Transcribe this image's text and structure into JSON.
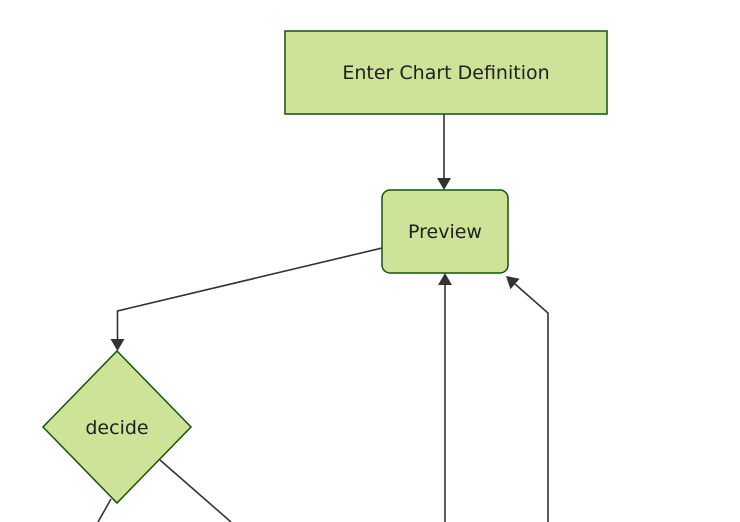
{
  "diagram": {
    "type": "flowchart",
    "direction": "top-down",
    "background": "#ffffff",
    "colors": {
      "node_fill": "#cde498",
      "node_border": "#13540c",
      "edge": "#333333",
      "text": "#1f1f1f"
    },
    "nodes": [
      {
        "id": "enter-chart-definition",
        "label": "Enter Chart Definition",
        "shape": "rectangle"
      },
      {
        "id": "preview",
        "label": "Preview",
        "shape": "rounded-rectangle"
      },
      {
        "id": "decide",
        "label": "decide",
        "shape": "diamond"
      }
    ],
    "edges": [
      {
        "from": "enter-chart-definition",
        "to": "preview",
        "arrow": "yes"
      },
      {
        "from": "preview",
        "to": "decide",
        "arrow": "yes"
      },
      {
        "from": "offscreen-bottom",
        "to": "preview",
        "arrow": "yes"
      },
      {
        "from": "offscreen-bottom",
        "to": "preview",
        "arrow": "yes"
      },
      {
        "from": "decide",
        "to": "offscreen-bottom",
        "arrow": "cropped"
      },
      {
        "from": "decide",
        "to": "offscreen-bottom",
        "arrow": "cropped"
      }
    ]
  }
}
